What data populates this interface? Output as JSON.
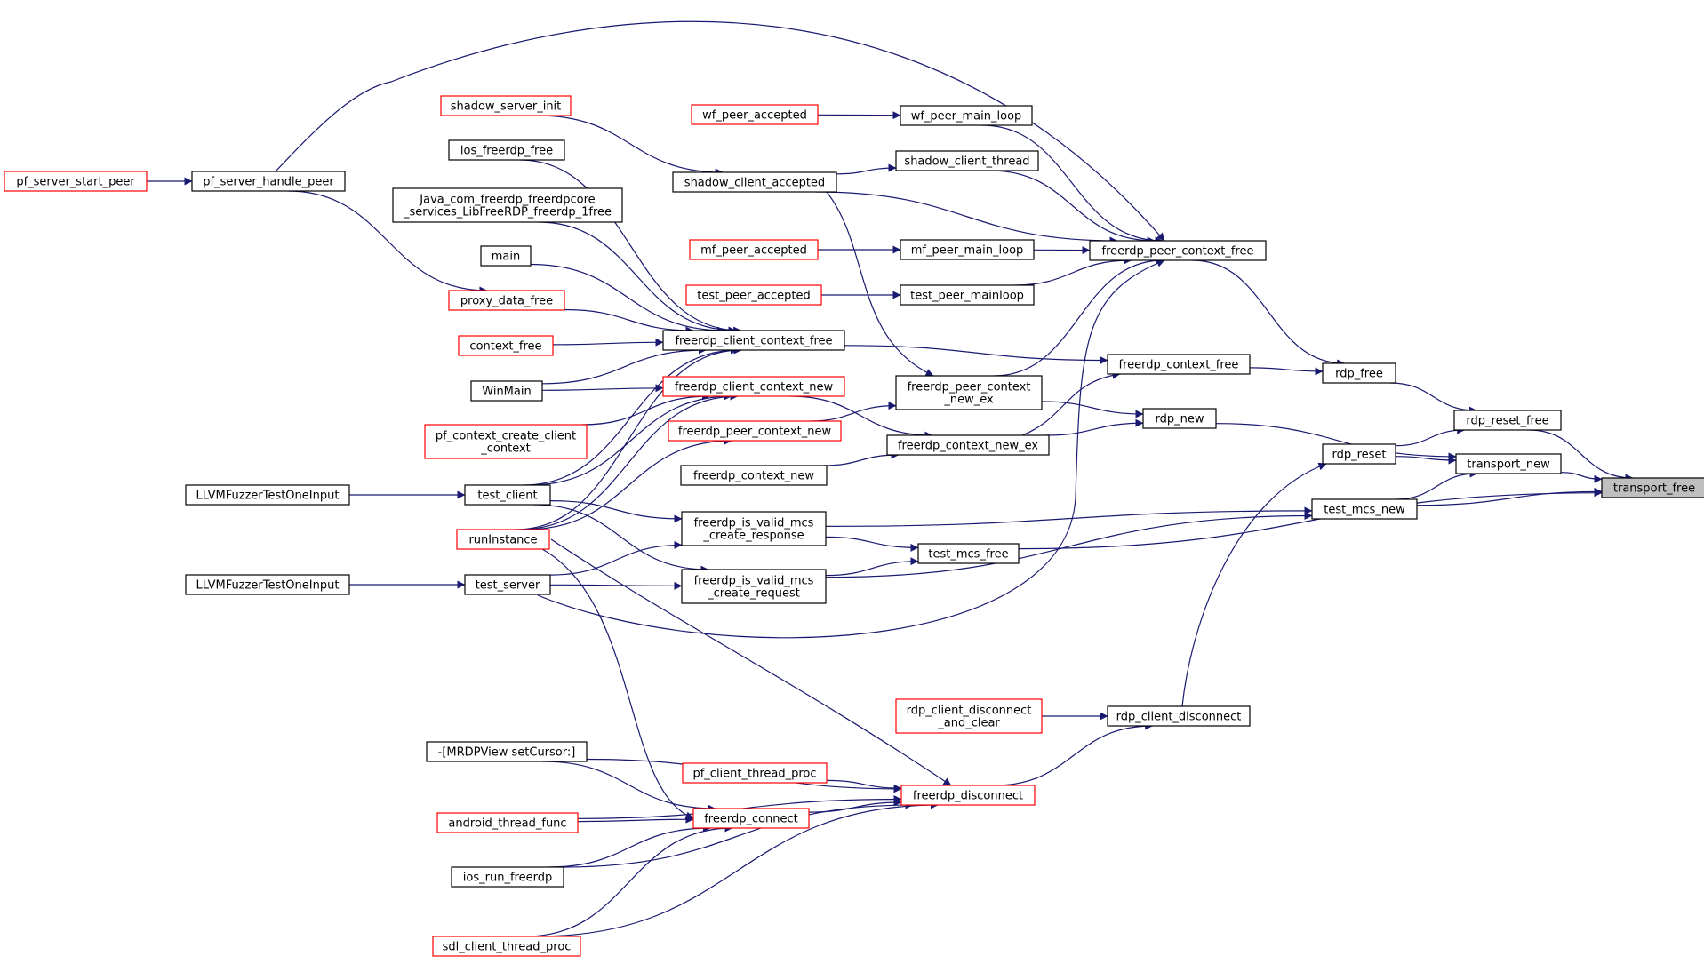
{
  "nodes": {
    "transport_free": {
      "lines": [
        "transport_free"
      ],
      "border": "black",
      "highlight": true
    },
    "rdp_reset_free": {
      "lines": [
        "rdp_reset_free"
      ],
      "border": "black"
    },
    "transport_new": {
      "lines": [
        "transport_new"
      ],
      "border": "black"
    },
    "test_mcs_new": {
      "lines": [
        "test_mcs_new"
      ],
      "border": "black"
    },
    "test_mcs_free": {
      "lines": [
        "test_mcs_free"
      ],
      "border": "black"
    },
    "rdp_free": {
      "lines": [
        "rdp_free"
      ],
      "border": "black"
    },
    "rdp_reset": {
      "lines": [
        "rdp_reset"
      ],
      "border": "black"
    },
    "rdp_new": {
      "lines": [
        "rdp_new"
      ],
      "border": "black"
    },
    "freerdp_peer_context_free": {
      "lines": [
        "freerdp_peer_context_free"
      ],
      "border": "black"
    },
    "freerdp_context_free": {
      "lines": [
        "freerdp_context_free"
      ],
      "border": "black"
    },
    "freerdp_peer_context_new_ex": {
      "lines": [
        "freerdp_peer_context",
        "_new_ex"
      ],
      "border": "black"
    },
    "freerdp_context_new_ex": {
      "lines": [
        "freerdp_context_new_ex"
      ],
      "border": "black"
    },
    "rdp_client_disconnect": {
      "lines": [
        "rdp_client_disconnect"
      ],
      "border": "black"
    },
    "rdp_client_disconnect_and_clear": {
      "lines": [
        "rdp_client_disconnect",
        "_and_clear"
      ],
      "border": "red"
    },
    "freerdp_disconnect": {
      "lines": [
        "freerdp_disconnect"
      ],
      "border": "red"
    },
    "wf_peer_main_loop": {
      "lines": [
        "wf_peer_main_loop"
      ],
      "border": "black"
    },
    "shadow_client_thread": {
      "lines": [
        "shadow_client_thread"
      ],
      "border": "black"
    },
    "mf_peer_main_loop": {
      "lines": [
        "mf_peer_main_loop"
      ],
      "border": "black"
    },
    "test_peer_mainloop": {
      "lines": [
        "test_peer_mainloop"
      ],
      "border": "black"
    },
    "wf_peer_accepted": {
      "lines": [
        "wf_peer_accepted"
      ],
      "border": "red"
    },
    "shadow_client_accepted": {
      "lines": [
        "shadow_client_accepted"
      ],
      "border": "black"
    },
    "mf_peer_accepted": {
      "lines": [
        "mf_peer_accepted"
      ],
      "border": "red"
    },
    "test_peer_accepted": {
      "lines": [
        "test_peer_accepted"
      ],
      "border": "red"
    },
    "freerdp_client_context_free": {
      "lines": [
        "freerdp_client_context_free"
      ],
      "border": "black"
    },
    "freerdp_client_context_new": {
      "lines": [
        "freerdp_client_context_new"
      ],
      "border": "red"
    },
    "freerdp_peer_context_new": {
      "lines": [
        "freerdp_peer_context_new"
      ],
      "border": "red"
    },
    "freerdp_context_new": {
      "lines": [
        "freerdp_context_new"
      ],
      "border": "black"
    },
    "freerdp_is_valid_mcs_create_response": {
      "lines": [
        "freerdp_is_valid_mcs",
        "_create_response"
      ],
      "border": "black"
    },
    "freerdp_is_valid_mcs_create_request": {
      "lines": [
        "freerdp_is_valid_mcs",
        "_create_request"
      ],
      "border": "black"
    },
    "pf_client_thread_proc": {
      "lines": [
        "pf_client_thread_proc"
      ],
      "border": "red"
    },
    "freerdp_connect": {
      "lines": [
        "freerdp_connect"
      ],
      "border": "red"
    },
    "shadow_server_init": {
      "lines": [
        "shadow_server_init"
      ],
      "border": "red"
    },
    "ios_freerdp_free": {
      "lines": [
        "ios_freerdp_free"
      ],
      "border": "black"
    },
    "java_free": {
      "lines": [
        "Java_com_freerdp_freerdpcore",
        "_services_LibFreeRDP_freerdp_1free"
      ],
      "border": "black"
    },
    "main": {
      "lines": [
        "main"
      ],
      "border": "black"
    },
    "proxy_data_free": {
      "lines": [
        "proxy_data_free"
      ],
      "border": "red"
    },
    "context_free": {
      "lines": [
        "context_free"
      ],
      "border": "red"
    },
    "WinMain": {
      "lines": [
        "WinMain"
      ],
      "border": "black"
    },
    "pf_context_create_client_context": {
      "lines": [
        "pf_context_create_client",
        "_context"
      ],
      "border": "red"
    },
    "test_client": {
      "lines": [
        "test_client"
      ],
      "border": "black"
    },
    "runInstance": {
      "lines": [
        "runInstance"
      ],
      "border": "red"
    },
    "test_server": {
      "lines": [
        "test_server"
      ],
      "border": "black"
    },
    "mrdpview_setcursor": {
      "lines": [
        "-[MRDPView setCursor:]"
      ],
      "border": "black"
    },
    "android_thread_func": {
      "lines": [
        "android_thread_func"
      ],
      "border": "red"
    },
    "ios_run_freerdp": {
      "lines": [
        "ios_run_freerdp"
      ],
      "border": "black"
    },
    "sdl_client_thread_proc": {
      "lines": [
        "sdl_client_thread_proc"
      ],
      "border": "red"
    },
    "pf_server_handle_peer": {
      "lines": [
        "pf_server_handle_peer"
      ],
      "border": "black"
    },
    "pf_server_start_peer": {
      "lines": [
        "pf_server_start_peer"
      ],
      "border": "red"
    },
    "llvm_fuzzer_1": {
      "lines": [
        "LLVMFuzzerTestOneInput"
      ],
      "border": "black"
    },
    "llvm_fuzzer_2": {
      "lines": [
        "LLVMFuzzerTestOneInput"
      ],
      "border": "black"
    }
  },
  "edges": [
    [
      "rdp_reset_free",
      "transport_free"
    ],
    [
      "transport_new",
      "transport_free"
    ],
    [
      "test_mcs_new",
      "transport_free"
    ],
    [
      "test_mcs_free",
      "transport_free"
    ],
    [
      "rdp_free",
      "rdp_reset_free"
    ],
    [
      "rdp_reset",
      "rdp_reset_free"
    ],
    [
      "rdp_new",
      "transport_new"
    ],
    [
      "rdp_reset",
      "transport_new"
    ],
    [
      "test_mcs_new",
      "transport_new"
    ],
    [
      "freerdp_peer_context_free",
      "rdp_free"
    ],
    [
      "freerdp_context_free",
      "rdp_free"
    ],
    [
      "freerdp_peer_context_new_ex",
      "rdp_new"
    ],
    [
      "freerdp_context_new_ex",
      "rdp_new"
    ],
    [
      "rdp_client_disconnect",
      "rdp_reset"
    ],
    [
      "rdp_client_disconnect_and_clear",
      "rdp_client_disconnect"
    ],
    [
      "freerdp_disconnect",
      "rdp_client_disconnect"
    ],
    [
      "freerdp_is_valid_mcs_create_response",
      "test_mcs_new"
    ],
    [
      "freerdp_is_valid_mcs_create_request",
      "test_mcs_new"
    ],
    [
      "freerdp_is_valid_mcs_create_response",
      "test_mcs_free"
    ],
    [
      "freerdp_is_valid_mcs_create_request",
      "test_mcs_free"
    ],
    [
      "wf_peer_main_loop",
      "freerdp_peer_context_free"
    ],
    [
      "shadow_client_thread",
      "freerdp_peer_context_free"
    ],
    [
      "shadow_client_accepted",
      "freerdp_peer_context_free"
    ],
    [
      "mf_peer_main_loop",
      "freerdp_peer_context_free"
    ],
    [
      "test_peer_mainloop",
      "freerdp_peer_context_free"
    ],
    [
      "freerdp_peer_context_new_ex",
      "freerdp_peer_context_free"
    ],
    [
      "pf_server_handle_peer",
      "freerdp_peer_context_free"
    ],
    [
      "test_server",
      "freerdp_peer_context_free"
    ],
    [
      "freerdp_client_context_free",
      "freerdp_context_free"
    ],
    [
      "freerdp_context_new_ex",
      "freerdp_context_free"
    ],
    [
      "wf_peer_accepted",
      "wf_peer_main_loop"
    ],
    [
      "shadow_client_accepted",
      "shadow_client_thread"
    ],
    [
      "mf_peer_accepted",
      "mf_peer_main_loop"
    ],
    [
      "test_peer_accepted",
      "test_peer_mainloop"
    ],
    [
      "shadow_server_init",
      "shadow_client_accepted"
    ],
    [
      "shadow_client_accepted",
      "freerdp_peer_context_new_ex"
    ],
    [
      "freerdp_client_context_new",
      "freerdp_context_new_ex"
    ],
    [
      "freerdp_peer_context_new",
      "freerdp_peer_context_new_ex"
    ],
    [
      "freerdp_context_new",
      "freerdp_context_new_ex"
    ],
    [
      "ios_freerdp_free",
      "freerdp_client_context_free"
    ],
    [
      "java_free",
      "freerdp_client_context_free"
    ],
    [
      "main",
      "freerdp_client_context_free"
    ],
    [
      "proxy_data_free",
      "freerdp_client_context_free"
    ],
    [
      "context_free",
      "freerdp_client_context_free"
    ],
    [
      "WinMain",
      "freerdp_client_context_free"
    ],
    [
      "test_client",
      "freerdp_client_context_free"
    ],
    [
      "runInstance",
      "freerdp_client_context_free"
    ],
    [
      "WinMain",
      "freerdp_client_context_new"
    ],
    [
      "pf_context_create_client_context",
      "freerdp_client_context_new"
    ],
    [
      "test_client",
      "freerdp_client_context_new"
    ],
    [
      "runInstance",
      "freerdp_client_context_new"
    ],
    [
      "runInstance",
      "freerdp_peer_context_new"
    ],
    [
      "test_client",
      "freerdp_is_valid_mcs_create_response"
    ],
    [
      "test_server",
      "freerdp_is_valid_mcs_create_response"
    ],
    [
      "test_client",
      "freerdp_is_valid_mcs_create_request"
    ],
    [
      "test_server",
      "freerdp_is_valid_mcs_create_request"
    ],
    [
      "pf_client_thread_proc",
      "freerdp_disconnect"
    ],
    [
      "freerdp_connect",
      "freerdp_disconnect"
    ],
    [
      "mrdpview_setcursor",
      "freerdp_disconnect"
    ],
    [
      "android_thread_func",
      "freerdp_disconnect"
    ],
    [
      "ios_run_freerdp",
      "freerdp_disconnect"
    ],
    [
      "sdl_client_thread_proc",
      "freerdp_disconnect"
    ],
    [
      "runInstance",
      "freerdp_disconnect"
    ],
    [
      "mrdpview_setcursor",
      "freerdp_connect"
    ],
    [
      "android_thread_func",
      "freerdp_connect"
    ],
    [
      "ios_run_freerdp",
      "freerdp_connect"
    ],
    [
      "sdl_client_thread_proc",
      "freerdp_connect"
    ],
    [
      "runInstance",
      "freerdp_connect"
    ],
    [
      "pf_server_handle_peer",
      "proxy_data_free"
    ],
    [
      "pf_server_start_peer",
      "pf_server_handle_peer"
    ],
    [
      "llvm_fuzzer_1",
      "test_client"
    ],
    [
      "llvm_fuzzer_2",
      "test_server"
    ]
  ]
}
